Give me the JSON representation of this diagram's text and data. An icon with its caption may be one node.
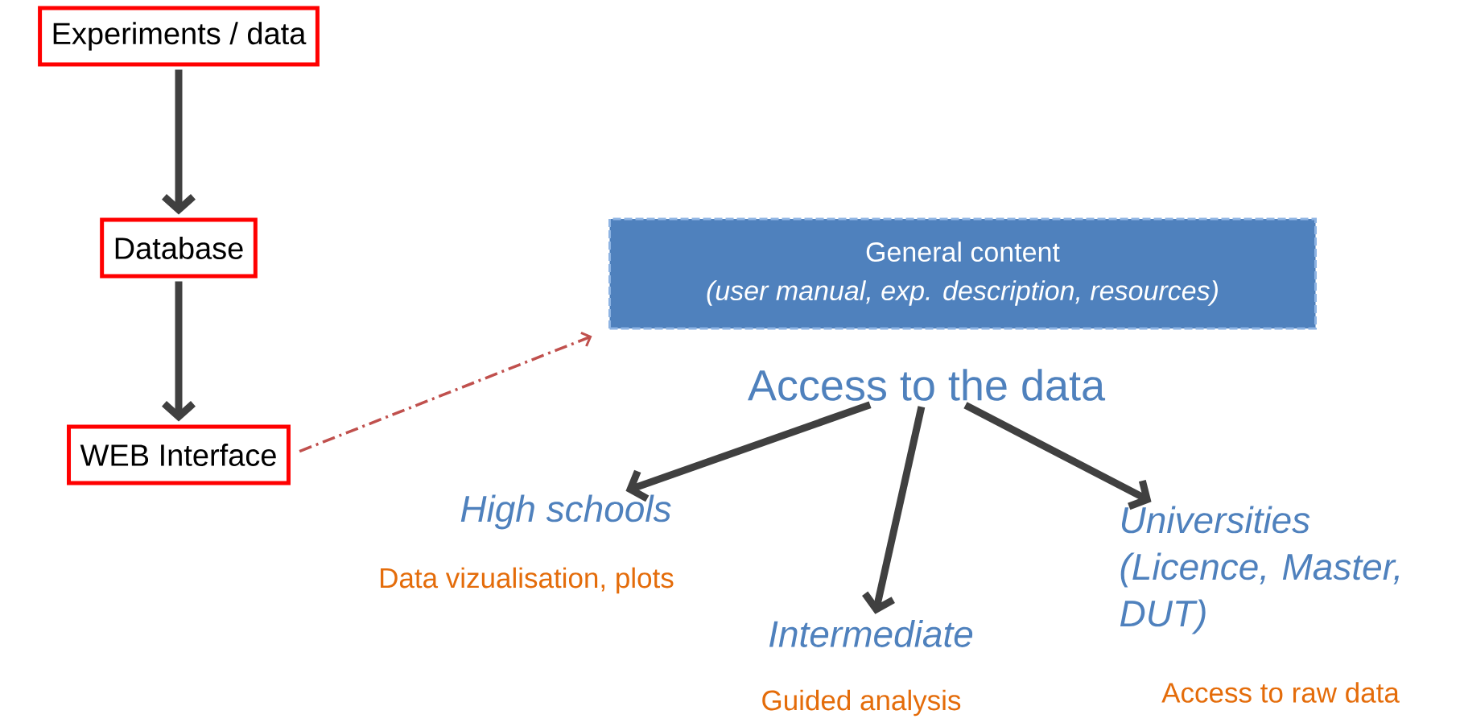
{
  "diagram": {
    "nodes": [
      {
        "text": [
          "Experiments / data"
        ]
      },
      {
        "text": [
          "Database"
        ]
      },
      {
        "text": [
          "WEB Interface"
        ]
      },
      {
        "text": [
          "General content",
          "(user manual, exp. description, resources)"
        ]
      },
      {
        "text": [
          "Access to the data"
        ]
      },
      {
        "text": [
          "High schools"
        ],
        "beside": [
          "Data vizualisation, plots"
        ]
      },
      {
        "text": [
          "Intermediate"
        ],
        "beside": [
          "Guided analysis"
        ]
      },
      {
        "text": [
          "Universities (Licence, Master, DUT)"
        ],
        "beside": [
          "Access to raw data"
        ]
      }
    ],
    "edges": [
      {
        "from": 0,
        "to": 1,
        "arrow": "to"
      },
      {
        "from": 1,
        "to": 2,
        "arrow": "to"
      },
      {
        "from": 2,
        "to": 3,
        "arrow": "to",
        "style": "dashed",
        "color": "#c0504d"
      },
      {
        "from": 4,
        "to": 5,
        "arrow": "to"
      },
      {
        "from": 4,
        "to": 6,
        "arrow": "to"
      },
      {
        "from": 4,
        "to": 7,
        "arrow": "to"
      }
    ]
  }
}
